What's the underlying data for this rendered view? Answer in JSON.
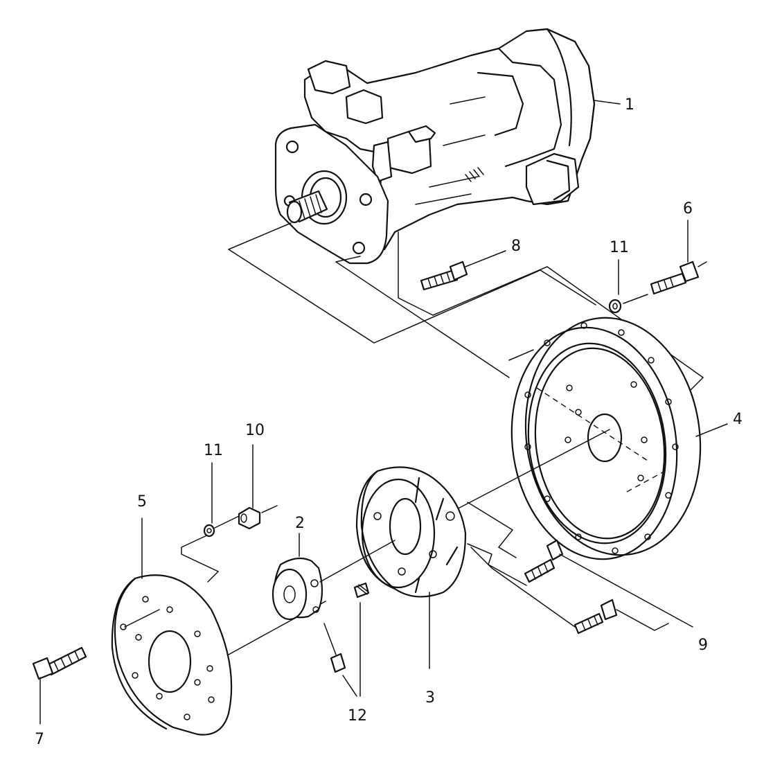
{
  "diagram": {
    "part_labels": [
      {
        "id": "1",
        "text": "1"
      },
      {
        "id": "2",
        "text": "2"
      },
      {
        "id": "3",
        "text": "3"
      },
      {
        "id": "4",
        "text": "4"
      },
      {
        "id": "5",
        "text": "5"
      },
      {
        "id": "6",
        "text": "6"
      },
      {
        "id": "7",
        "text": "7"
      },
      {
        "id": "8",
        "text": "8"
      },
      {
        "id": "9",
        "text": "9"
      },
      {
        "id": "10",
        "text": "10"
      },
      {
        "id": "11a",
        "text": "11"
      },
      {
        "id": "11b",
        "text": "11"
      },
      {
        "id": "12",
        "text": "12"
      }
    ]
  }
}
